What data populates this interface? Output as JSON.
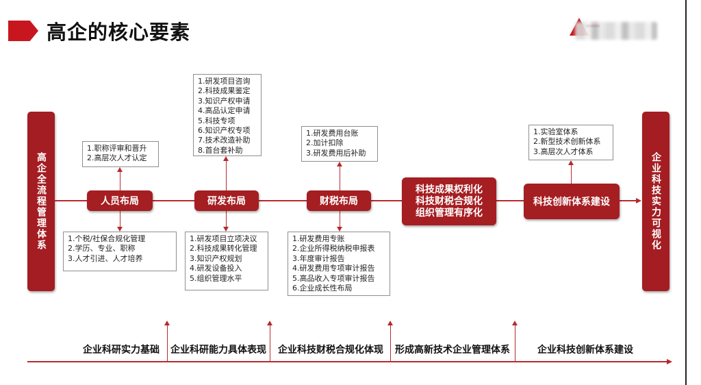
{
  "header": {
    "title": "高企的核心要素"
  },
  "colors": {
    "accent": "#c8161e",
    "box_fill": "#a51e22",
    "line": "#b52a2e"
  },
  "left_bar": {
    "label": "高企全流程管理体系"
  },
  "right_bar": {
    "label": "企业科技实力可视化"
  },
  "nodes": {
    "personnel": "人员布局",
    "rnd": "研发布局",
    "tax": "财税布局",
    "outcome": {
      "line1": "科技成果权利化",
      "line2": "科技财税合规化",
      "line3": "组织管理有序化"
    },
    "innovation": "科技创新体系建设"
  },
  "boxes": {
    "personnel_top": [
      "1.职称评审和晋升",
      "2.高层次人才认定"
    ],
    "personnel_bottom": [
      "1.个税/社保合规化管理",
      "2.学历、专业、职称",
      "3.人才引进、人才培养"
    ],
    "rnd_top": [
      "1.研发项目咨询",
      "2.科技成果鉴定",
      "3.知识产权申请",
      "4.高品认定申请",
      "5.科技专项",
      "6.知识产权专项",
      "7.技术改造补助",
      "8.首台套补助"
    ],
    "rnd_bottom": [
      "1.研发项目立项决议",
      "2.科技成果转化管理",
      "3.知识产权规划",
      "4.研发设备投入",
      "5.组织管理水平"
    ],
    "tax_top": [
      "1.研发费用台账",
      "2.加计扣除",
      "3.研发费用后补助"
    ],
    "tax_bottom": [
      "1.研发费用专账",
      "2.企业所得税纳税申报表",
      "3.年度审计报告",
      "4.研发费用专项审计报告",
      "5.高品收入专项审计报告",
      "6.企业成长性布局"
    ],
    "innovation_top": [
      "1.实验室体系",
      "2.新型技术创新体系",
      "3.高层次人才体系"
    ]
  },
  "stages": [
    "企业科研实力基础",
    "企业科研能力具体表现",
    "企业科技财税合规化体现",
    "形成高新技术企业管理体系",
    "企业科技创新体系建设"
  ]
}
